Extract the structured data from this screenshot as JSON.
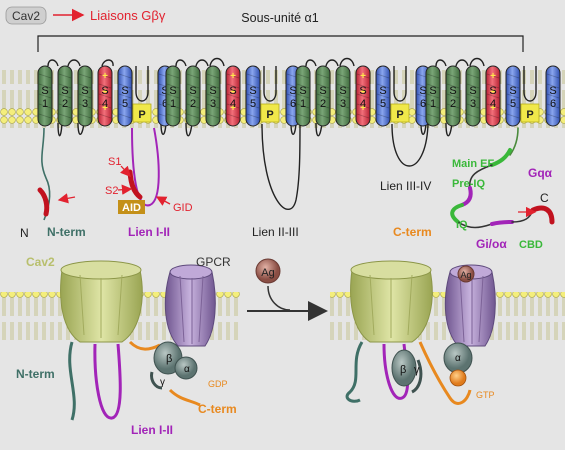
{
  "legend": {
    "cav2_badge": "Cav2",
    "gbg_link": "Liaisons Gβγ"
  },
  "top": {
    "subunit_title": "Sous-unité α1",
    "segments": [
      "S1",
      "S2",
      "S3",
      "S4",
      "S5",
      "P",
      "S6"
    ],
    "n_label": "N",
    "c_label": "C",
    "nterm_label": "N-term",
    "lien12_label": "Lien I-II",
    "lien23_label": "Lien II-III",
    "lien34_label": "Lien III-IV",
    "cterm_label": "C-term",
    "s1_label": "S1",
    "s2_label": "S2",
    "aid_label": "AID",
    "gid_label": "GID",
    "ef_label": "Main EF",
    "preiq_label": "Pre-IQ",
    "iq_label": "IQ",
    "cbd_label": "CBD",
    "gq_label": "Gqα",
    "gio_label": "Gi/oα"
  },
  "bottom": {
    "cav2_label": "Cav2",
    "gpcr_label": "GPCR",
    "ag_label": "Ag",
    "nterm_label": "N-term",
    "lien12_label": "Lien I-II",
    "cterm_label": "C-term",
    "beta": "β",
    "gamma": "γ",
    "alpha": "α",
    "gdp": "GDP",
    "gtp": "GTP",
    "ag_bound": "Ag"
  },
  "colors": {
    "green_helix": "#5e8a5c",
    "red_helix": "#e04552",
    "blue_helix": "#5a7fd8",
    "p_yellow": "#f0e84a",
    "lien_purple": "#a224b8",
    "cterm_orange": "#e8891f",
    "nterm_teal": "#3f7067",
    "gpcr_lilac": "#9a7eb8",
    "cav2_olive": "#c6cf82"
  }
}
